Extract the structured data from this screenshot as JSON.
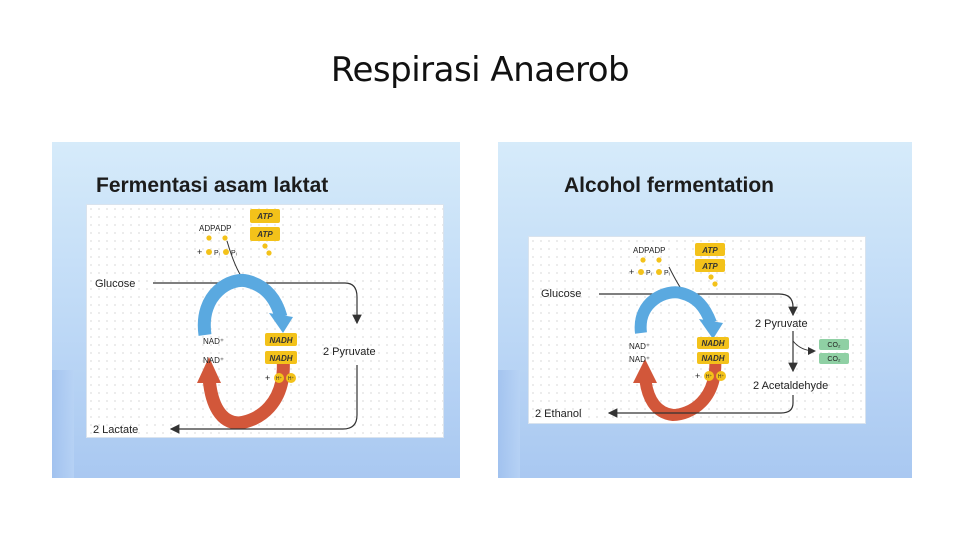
{
  "slide": {
    "title": "Respirasi Anaerob"
  },
  "lactic": {
    "heading": "Fermentasi asam laktat",
    "adp1": "ADP",
    "adp2": "ADP",
    "plus_top": "+",
    "pi1": "Pᵢ",
    "pi2": "Pᵢ",
    "atp1": "ATP",
    "atp2": "ATP",
    "glucose": "Glucose",
    "nad1": "NAD⁺",
    "nad2": "NAD⁺",
    "nadh1": "NADH",
    "nadh2": "NADH",
    "plus_h": "+",
    "h1": "H⁺",
    "h2": "H⁺",
    "pyruvate": "2 Pyruvate",
    "lactate": "2 Lactate"
  },
  "alcohol": {
    "heading": "Alcohol fermentation",
    "adp1": "ADP",
    "adp2": "ADP",
    "plus_top": "+",
    "pi1": "Pᵢ",
    "pi2": "Pᵢ",
    "atp1": "ATP",
    "atp2": "ATP",
    "glucose": "Glucose",
    "pyruvate": "2 Pyruvate",
    "co2_1": "CO₂",
    "co2_2": "CO₂",
    "nad1": "NAD⁺",
    "nad2": "NAD⁺",
    "nadh1": "NADH",
    "nadh2": "NADH",
    "plus_h": "+",
    "h1": "H⁺",
    "h2": "H⁺",
    "acetaldehyde": "2 Acetaldehyde",
    "ethanol": "2 Ethanol"
  },
  "colors": {
    "blue_arrow": "#5aa9e0",
    "red_arrow": "#d2573a",
    "atp_badge": "#f3c21a",
    "co2_badge": "#8fd0a4"
  }
}
